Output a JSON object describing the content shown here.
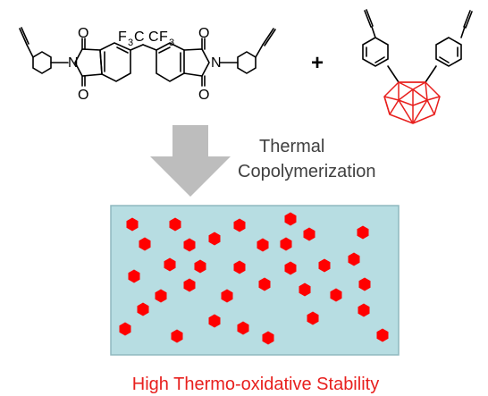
{
  "molecules": {
    "dianhydride_imide": {
      "atom_O": "O",
      "atom_N": "N",
      "atom_F": "F",
      "atom_C": "C",
      "subscript_3": "3"
    },
    "operator": "+",
    "carborane": {
      "cage_color": "#e8201e"
    }
  },
  "process": {
    "line1": "Thermal",
    "line2": "Copolymerization"
  },
  "result": {
    "caption": "High Thermo-oxidative Stability",
    "caption_color": "#e8201e",
    "matrix_color": "#b7dde2",
    "particle_color": "#ff0000"
  },
  "colors": {
    "bond": "#000000",
    "arrow": "#bdbdbd"
  }
}
